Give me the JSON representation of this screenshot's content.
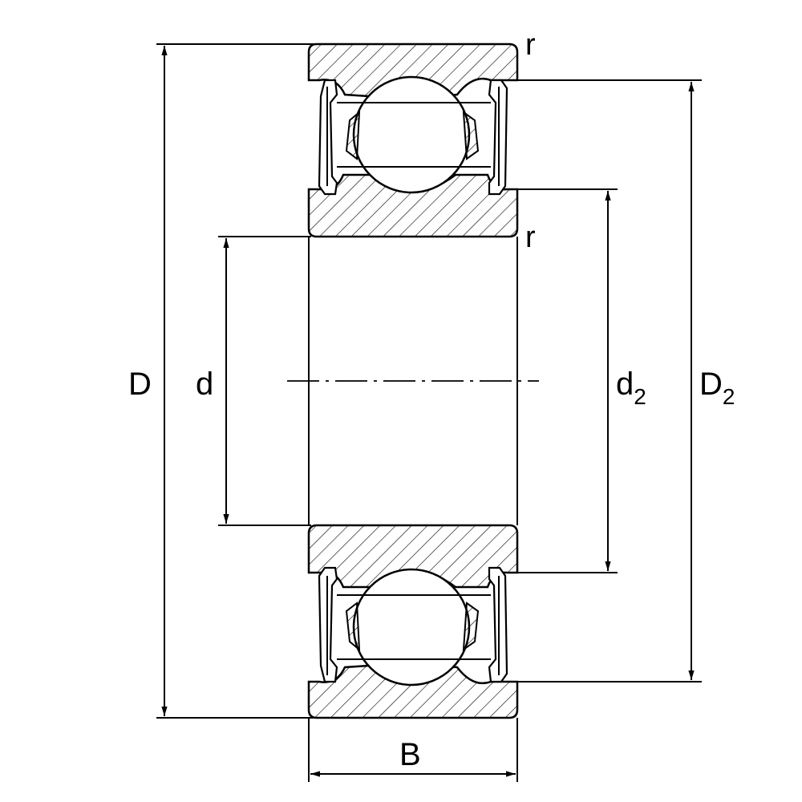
{
  "labels": {
    "outer_diameter": "D",
    "bore_diameter": "d",
    "inner_ring_shoulder": {
      "base": "d",
      "sub": "2"
    },
    "outer_ring_shoulder": {
      "base": "D",
      "sub": "2"
    },
    "width": "B",
    "radius_top": "r",
    "radius_bottom": "r"
  },
  "colors": {
    "line": "#000000",
    "background": "#ffffff"
  }
}
